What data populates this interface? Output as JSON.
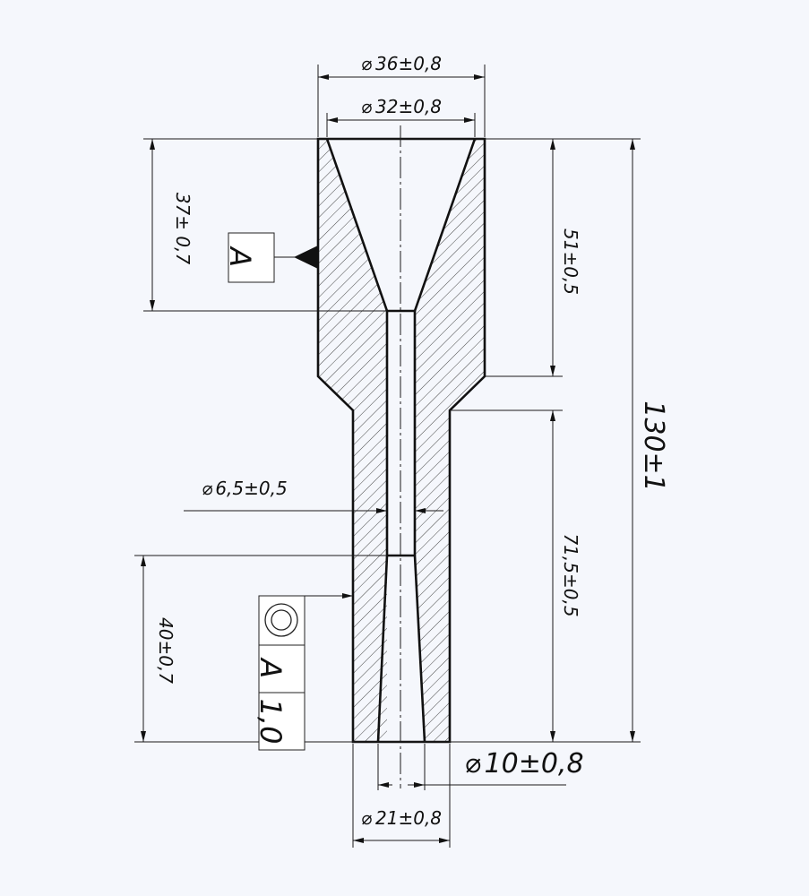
{
  "dimensions": {
    "outer_top_diameter": "36±0,8",
    "inner_top_diameter": "32±0,8",
    "cone_depth": "37± 0,7",
    "upper_part_height": "51±0,5",
    "total_length": "130±1",
    "bore_diameter": "6,5±0,5",
    "lower_part_height": "71,5±0,5",
    "lower_tolerance_zone": "40±0,7",
    "exit_diameter": "10±0,8",
    "lower_outer_diameter": "21±0,8"
  },
  "datum": {
    "label": "A"
  },
  "tolerance_frame": {
    "symbol": "concentricity-icon",
    "datum_ref": "A",
    "value": "1,0"
  },
  "diameter_symbol": "⌀",
  "colors": {
    "background": "#f5f7fc",
    "line": "#111111"
  }
}
